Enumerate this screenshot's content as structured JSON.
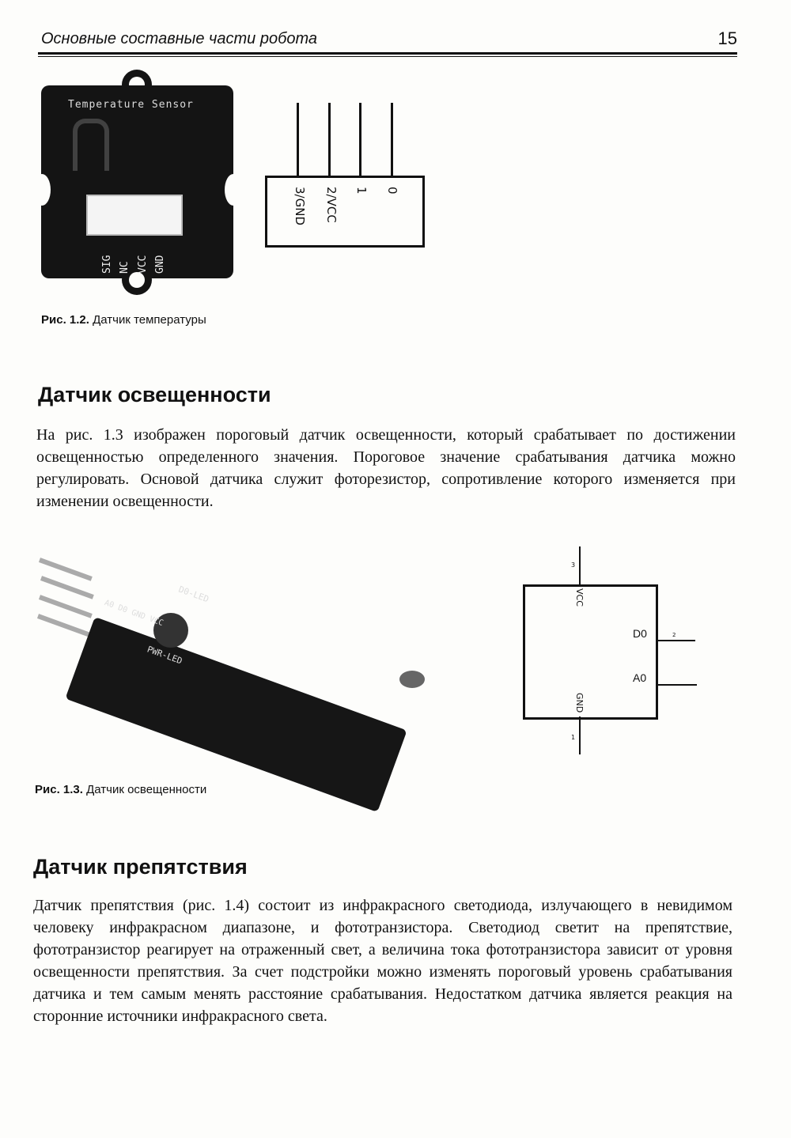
{
  "header": {
    "running_title": "Основные составные части робота",
    "page_number": "15"
  },
  "figure_1_2": {
    "board_title": "Temperature Sensor",
    "board_pins": [
      "SIG",
      "NC",
      "VCC",
      "GND"
    ],
    "schematic_pins": [
      "3/GND",
      "2/VCC",
      "1",
      "0"
    ],
    "caption_num": "Рис. 1.2.",
    "caption_text": " Датчик температуры"
  },
  "section_light": {
    "heading": "Датчик освещенности",
    "paragraph": "На рис. 1.3 изображен пороговый датчик освещенности, который срабатывает по достижении освещенностью определенного значения. Пороговое значение срабатывания датчика можно регулировать. Основой датчика служит фоторезистор, сопротивление которого изменяется при изменении освещенности."
  },
  "figure_1_3": {
    "board_labels": [
      "D0-LED",
      "PWR-LED",
      "A0 D0 GND VCC"
    ],
    "schematic": {
      "top_pin_num": "3",
      "top_pin": "VCC",
      "bottom_pin": "GND",
      "bottom_pin_num": "1",
      "right_pins": [
        "D0",
        "A0"
      ],
      "d0_num": "2"
    },
    "caption_num": "Рис. 1.3.",
    "caption_text": " Датчик освещенности"
  },
  "section_obstacle": {
    "heading": "Датчик препятствия",
    "paragraph": "Датчик препятствия (рис. 1.4) состоит из инфракрасного светодиода, излучающего в невидимом человеку инфракрасном диапазоне, и фототранзистора. Светодиод светит на препятствие, фототранзистор реагирует на отраженный свет, а величина тока фототранзистора зависит от уровня освещенности препятствия. За счет подстройки можно изменять пороговый уровень срабатывания датчика и тем самым менять расстояние срабатывания. Недостатком датчика является реакция на сторонние источники инфракрасного света."
  }
}
